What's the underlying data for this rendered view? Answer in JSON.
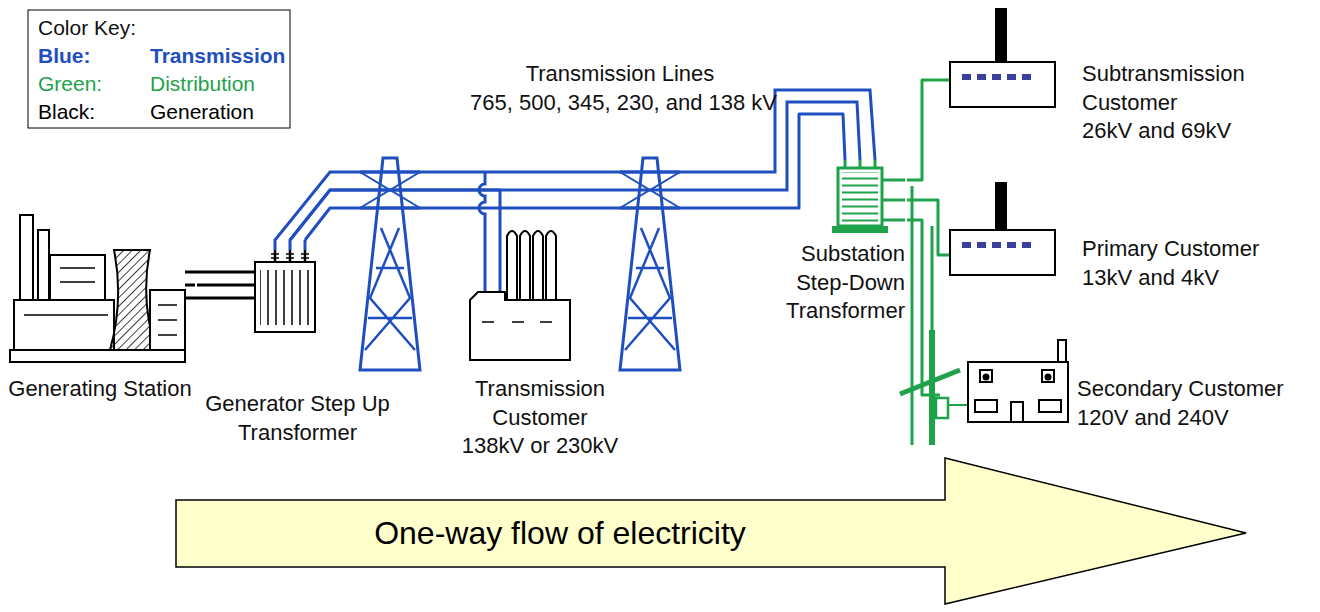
{
  "diagram": {
    "nodes": [
      {
        "text": [
          "Generating Station"
        ]
      },
      {
        "text": [
          "Generator Step Up Transformer"
        ]
      },
      {
        "text": [
          "Transmission Customer",
          "138kV or 230kV"
        ]
      },
      {
        "text": [
          "Substation Step-Down Transformer"
        ]
      },
      {
        "text": [
          "Subtransmission Customer",
          "26kV and 69kV"
        ]
      },
      {
        "text": [
          "Primary Customer",
          "13kV and 4kV"
        ]
      },
      {
        "text": [
          "Secondary Customer",
          "120V and 240V"
        ]
      },
      {
        "text": [
          "One-way flow of electricity"
        ]
      }
    ],
    "edges": [
      {
        "from": 0,
        "to": 1,
        "arrow": "none"
      },
      {
        "from": 1,
        "to": 2,
        "arrow": "none"
      },
      {
        "from": 1,
        "to": 3,
        "arrow": "none"
      },
      {
        "from": 3,
        "to": 4,
        "arrow": "none"
      },
      {
        "from": 3,
        "to": 5,
        "arrow": "none"
      },
      {
        "from": 3,
        "to": 6,
        "arrow": "none"
      }
    ],
    "labels": [
      "Color Key:",
      "Blue:",
      "Green:",
      "Black:",
      "Transmission Lines",
      "765, 500, 345, 230, and 138 kV"
    ],
    "legend": [
      {
        "text": "Transmission",
        "color": "#1f4fbf"
      },
      {
        "text": "Distribution",
        "color": "#1fa34a"
      },
      {
        "text": "Generation",
        "color": "#000000"
      }
    ]
  }
}
